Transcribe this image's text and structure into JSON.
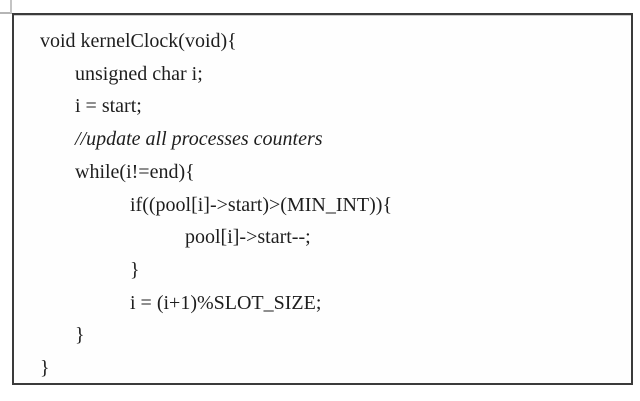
{
  "figure": {
    "colors": {
      "page-bg": "#ffffff",
      "box-bg": "#fefefe",
      "border": "#3b3b3b",
      "text": "#1e1e1e"
    },
    "code_lines": [
      {
        "indent": 0,
        "italic": false,
        "text": "void kernelClock(void){"
      },
      {
        "indent": 1,
        "italic": false,
        "text": "unsigned char i;"
      },
      {
        "indent": 1,
        "italic": false,
        "text": "i = start;"
      },
      {
        "indent": 1,
        "italic": true,
        "text": "//update all processes counters"
      },
      {
        "indent": 1,
        "italic": false,
        "text": "while(i!=end){"
      },
      {
        "indent": 2,
        "italic": false,
        "text": "if((pool[i]->start)>(MIN_INT)){"
      },
      {
        "indent": 3,
        "italic": false,
        "text": "pool[i]->start--;"
      },
      {
        "indent": 2,
        "italic": false,
        "text": "}"
      },
      {
        "indent": 2,
        "italic": false,
        "text": "i = (i+1)%SLOT_SIZE;"
      },
      {
        "indent": 1,
        "italic": false,
        "text": "}"
      },
      {
        "indent": 0,
        "italic": false,
        "text": "}"
      }
    ]
  }
}
